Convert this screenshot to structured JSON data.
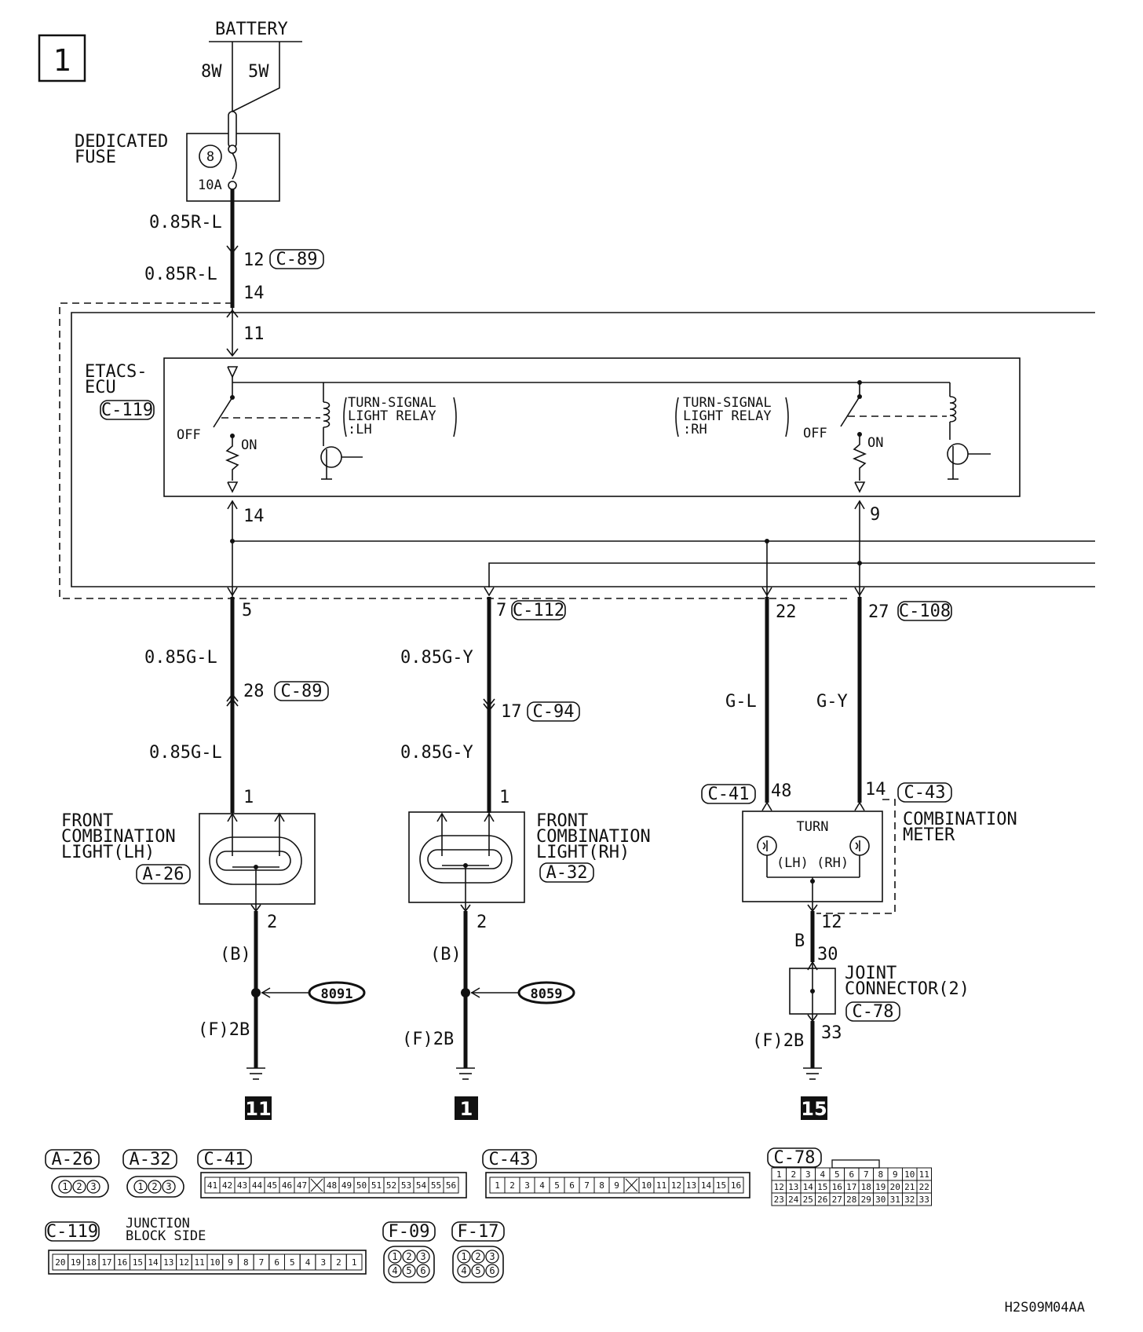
{
  "diagram_id": "1",
  "footer_code": "H2S09M04AA",
  "battery": {
    "label": "BATTERY",
    "wire_left": "8W",
    "wire_right": "5W"
  },
  "fuse": {
    "label_line1": "DEDICATED",
    "label_line2": "FUSE",
    "number": "8",
    "rating": "10A"
  },
  "top_feed": {
    "wire_upper": "0.85R-L",
    "pin_upper": "12",
    "connector": "C-89",
    "wire_lower": "0.85R-L",
    "pin_lower": "14",
    "pin_ecu": "11"
  },
  "ecu": {
    "label_line1": "ETACS-",
    "label_line2": "ECU",
    "connector": "C-119",
    "relay_lh": {
      "line1": "TURN-SIGNAL",
      "line2": "LIGHT RELAY",
      "line3": ":LH"
    },
    "relay_rh": {
      "line1": "TURN-SIGNAL",
      "line2": "LIGHT RELAY",
      "line3": ":RH"
    },
    "off_label": "OFF",
    "on_label": "ON",
    "pin_out_lh": "14",
    "pin_out_rh": "9"
  },
  "lh_branch": {
    "pin_top": "5",
    "wire_upper": "0.85G-L",
    "pin_mid": "28",
    "connector_mid": "C-89",
    "wire_lower": "0.85G-L",
    "pin_lamp": "1",
    "lamp_line1": "FRONT",
    "lamp_line2": "COMBINATION",
    "lamp_line3": "LIGHT(LH)",
    "lamp_connector": "A-26",
    "pin_ground": "2",
    "ground_wire": "(B)",
    "splice": "8091",
    "ground_code": "(F)2B",
    "ground_ref": "11"
  },
  "rh_branch": {
    "pin_top": "7",
    "connector_top": "C-112",
    "wire_upper": "0.85G-Y",
    "pin_mid": "17",
    "connector_mid": "C-94",
    "wire_lower": "0.85G-Y",
    "pin_lamp": "1",
    "lamp_line1": "FRONT",
    "lamp_line2": "COMBINATION",
    "lamp_line3": "LIGHT(RH)",
    "lamp_connector": "A-32",
    "pin_ground": "2",
    "ground_wire": "(B)",
    "splice": "8059",
    "ground_code": "(F)2B",
    "ground_ref": "1"
  },
  "meter_branch": {
    "pin_gl": "22",
    "pin_gy": "27",
    "connector_top": "C-108",
    "wire_gl": "G-L",
    "wire_gy": "G-Y",
    "connector_gl": "C-41",
    "pin_gl_meter": "48",
    "pin_gy_meter": "14",
    "connector_gy": "C-43",
    "meter_line1": "COMBINATION",
    "meter_line2": "METER",
    "turn_label": "TURN",
    "lh_rh_label": "(LH) (RH)",
    "pin_out": "12",
    "ground_wire": "B",
    "pin_joint_in": "30",
    "joint_line1": "JOINT",
    "joint_line2": "CONNECTOR(2)",
    "joint_connector": "C-78",
    "pin_joint_out": "33",
    "ground_code": "(F)2B",
    "ground_ref": "15"
  },
  "connector_views": {
    "a26": {
      "label": "A-26",
      "pins": [
        "1",
        "2",
        "3"
      ]
    },
    "a32": {
      "label": "A-32",
      "pins": [
        "1",
        "2",
        "3"
      ]
    },
    "c41": {
      "label": "C-41",
      "pins": [
        "41",
        "42",
        "43",
        "44",
        "45",
        "46",
        "47",
        "",
        "48",
        "49",
        "50",
        "51",
        "52",
        "53",
        "54",
        "55",
        "56"
      ]
    },
    "c43": {
      "label": "C-43",
      "pins": [
        "1",
        "2",
        "3",
        "4",
        "5",
        "6",
        "7",
        "8",
        "9",
        "",
        "10",
        "11",
        "12",
        "13",
        "14",
        "15",
        "16"
      ]
    },
    "c78": {
      "label": "C-78",
      "row1": [
        "1",
        "2",
        "3",
        "4",
        "5",
        "6",
        "7",
        "8",
        "9",
        "10",
        "11"
      ],
      "row2": [
        "12",
        "13",
        "14",
        "15",
        "16",
        "17",
        "18",
        "19",
        "20",
        "21",
        "22"
      ],
      "row3": [
        "23",
        "24",
        "25",
        "26",
        "27",
        "28",
        "29",
        "30",
        "31",
        "32",
        "33"
      ]
    },
    "c119": {
      "label": "C-119",
      "side_line1": "JUNCTION",
      "side_line2": "BLOCK SIDE",
      "pins": [
        "20",
        "19",
        "18",
        "17",
        "16",
        "15",
        "14",
        "13",
        "12",
        "11",
        "10",
        "9",
        "8",
        "7",
        "6",
        "5",
        "4",
        "3",
        "2",
        "1"
      ]
    },
    "f09": {
      "label": "F-09",
      "row1": [
        "1",
        "2",
        "3"
      ],
      "row2": [
        "4",
        "5",
        "6"
      ]
    },
    "f17": {
      "label": "F-17",
      "row1": [
        "1",
        "2",
        "3"
      ],
      "row2": [
        "4",
        "5",
        "6"
      ]
    }
  }
}
